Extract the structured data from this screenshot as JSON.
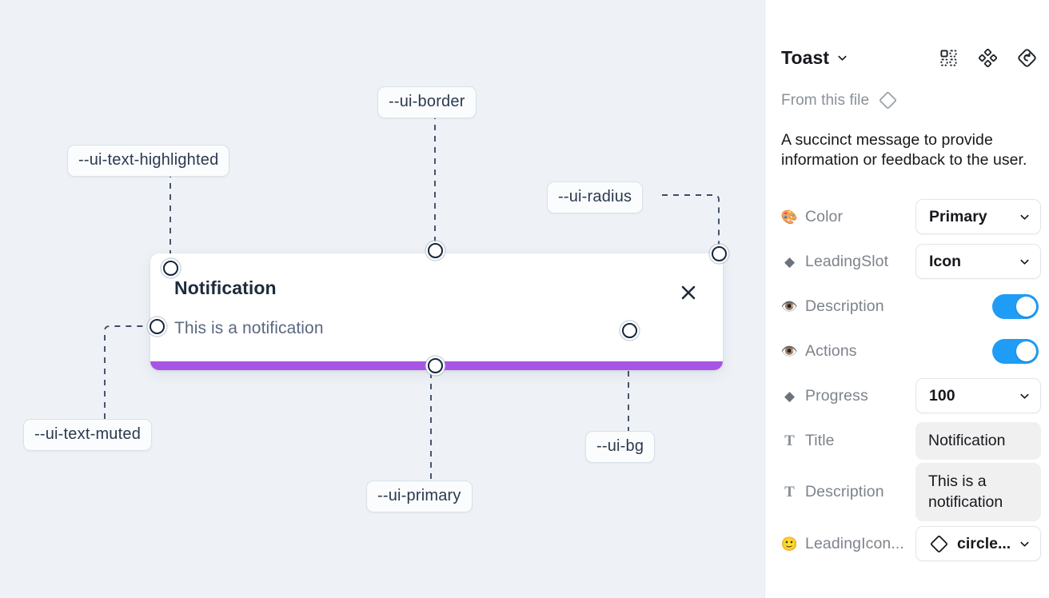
{
  "canvas": {
    "background_color": "#eef2f7",
    "toast": {
      "title": "Notification",
      "description": "This is a notification",
      "close_icon": "close-x-icon",
      "progress_color": "#a855e6",
      "background_color": "#ffffff"
    },
    "tokens": [
      {
        "id": "ui-text-highlighted",
        "label": "--ui-text-highlighted"
      },
      {
        "id": "ui-border",
        "label": "--ui-border"
      },
      {
        "id": "ui-radius",
        "label": "--ui-radius"
      },
      {
        "id": "ui-text-muted",
        "label": "--ui-text-muted"
      },
      {
        "id": "ui-primary",
        "label": "--ui-primary"
      },
      {
        "id": "ui-bg",
        "label": "--ui-bg"
      }
    ]
  },
  "panel": {
    "title": "Toast",
    "title_chevron_icon": "chevron-down-icon",
    "header_icons": [
      {
        "id": "component-grid",
        "name": "component-grid-icon"
      },
      {
        "id": "component-set",
        "name": "component-set-icon"
      },
      {
        "id": "reset-instance",
        "name": "reset-instance-icon"
      }
    ],
    "from_file": {
      "label": "From this file",
      "icon": "diamond-component-icon"
    },
    "description": "A succinct message to provide information or feedback to the user.",
    "properties": [
      {
        "icon": "palette-emoji",
        "glyph": "🎨",
        "name": "Color",
        "control": "select",
        "value": "Primary"
      },
      {
        "icon": "diamond-icon",
        "glyph": "◆",
        "name": "LeadingSlot",
        "control": "select",
        "value": "Icon"
      },
      {
        "icon": "eye-emoji",
        "glyph": "👁️",
        "name": "Description",
        "control": "toggle",
        "value": "on"
      },
      {
        "icon": "eye-emoji",
        "glyph": "👁️",
        "name": "Actions",
        "control": "toggle",
        "value": "on"
      },
      {
        "icon": "diamond-icon",
        "glyph": "◆",
        "name": "Progress",
        "control": "select",
        "value": "100"
      },
      {
        "icon": "text-type-icon",
        "glyph": "T",
        "name": "Title",
        "control": "text",
        "value": "Notification"
      },
      {
        "icon": "text-type-icon",
        "glyph": "T",
        "name": "Description",
        "control": "text",
        "value": "This is a notification"
      },
      {
        "icon": "smiley-emoji",
        "glyph": "🙂",
        "name": "LeadingIcon...",
        "control": "select-icon",
        "value": "circle..."
      }
    ]
  },
  "colors": {
    "accent_blue": "#1f9cf6",
    "progress_purple": "#a855e6",
    "canvas_bg": "#eef2f7"
  }
}
